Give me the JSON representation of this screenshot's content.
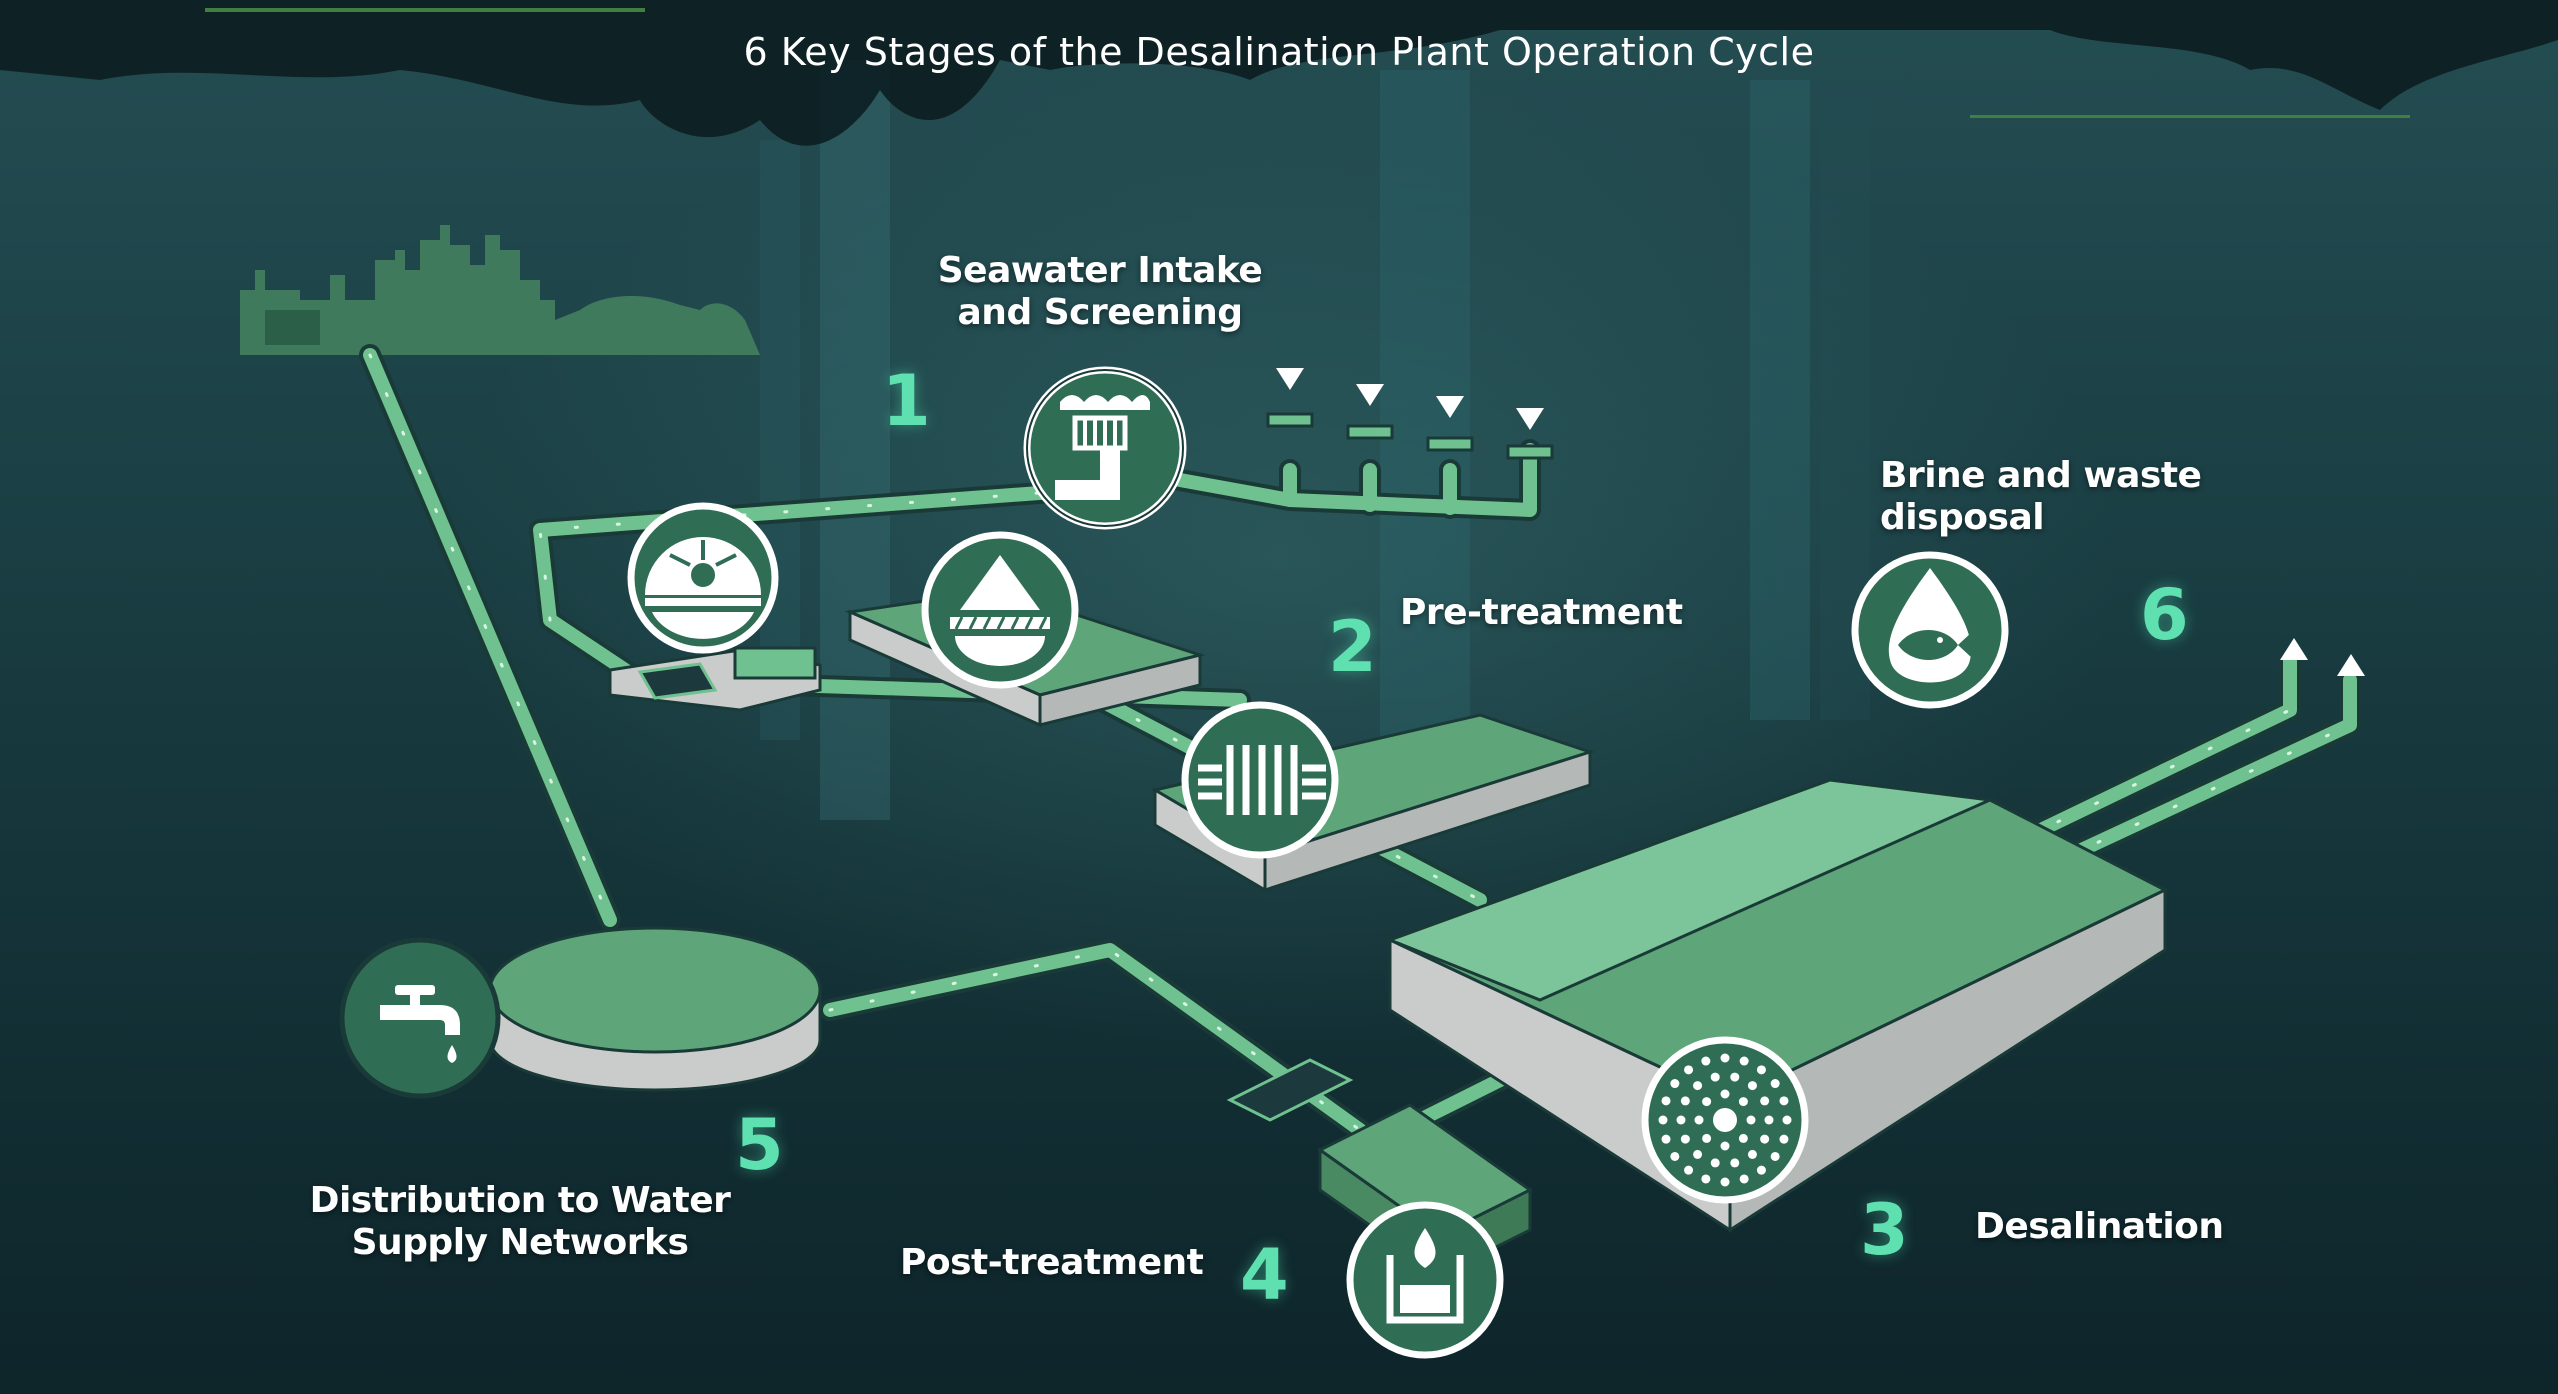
{
  "title": "6 Key Stages of the Desalination Plant Operation Cycle",
  "stages": [
    {
      "number": "1",
      "label": "Seawater Intake and Screening",
      "icon": "intake-screen-icon"
    },
    {
      "number": "2",
      "label": "Pre-treatment",
      "icon": "filter-grid-icon"
    },
    {
      "number": "3",
      "label": "Desalination",
      "icon": "membrane-icon"
    },
    {
      "number": "4",
      "label": "Post-treatment",
      "icon": "water-tank-icon"
    },
    {
      "number": "5",
      "label": "Distribution to Water Supply Networks",
      "icon": "faucet-icon"
    },
    {
      "number": "6",
      "label": "Brine and waste disposal",
      "icon": "fish-drop-icon"
    }
  ],
  "colors": {
    "accent": "#5fe0b0",
    "pipe": "#6fc28f",
    "platform_top": "#5ea57a",
    "platform_side": "#c9ccca",
    "icon_fill": "#2f6e55"
  }
}
